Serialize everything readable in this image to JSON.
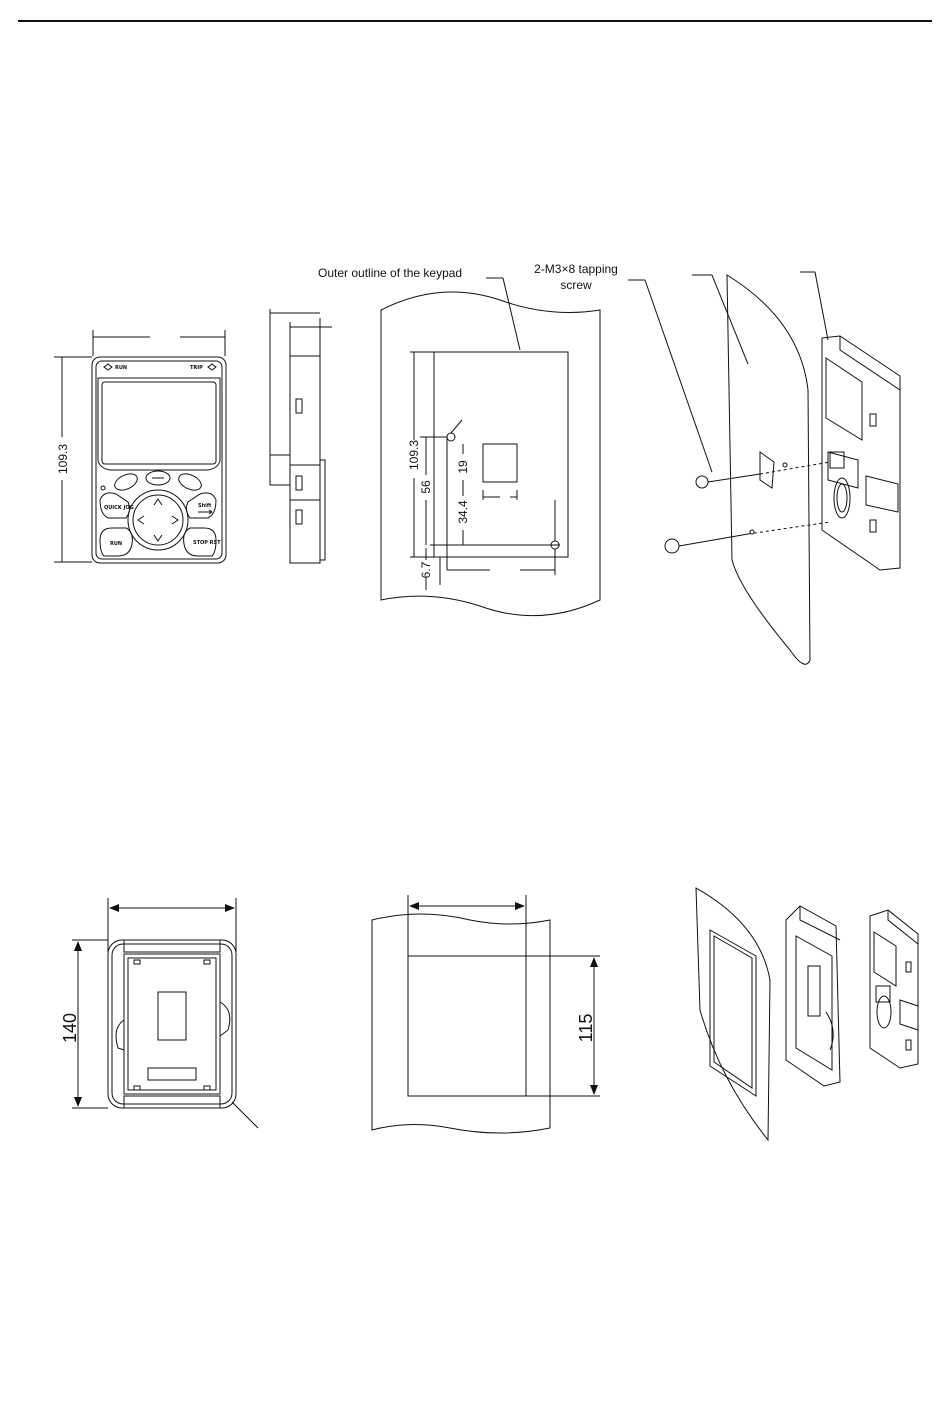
{
  "figure_top": {
    "callouts": {
      "outline_label": "Outer outline of the keypad",
      "screw_label_line1": "2-M3×8 tapping",
      "screw_label_line2": "screw"
    },
    "keypad_front": {
      "height_dim": "109.3",
      "indicators": {
        "run": "RUN",
        "trip": "TRIP"
      },
      "keys": {
        "quick_jog": "QUICK JOG",
        "run": "RUN",
        "stop_rst": "STOP RST",
        "shift": "Shift"
      }
    },
    "panel_cutout": {
      "dims": [
        "109.3",
        "56",
        "19",
        "34.4",
        "6.7"
      ]
    }
  },
  "figure_bottom": {
    "bracket_height_dim": "140",
    "cutout_height_dim": "115"
  }
}
